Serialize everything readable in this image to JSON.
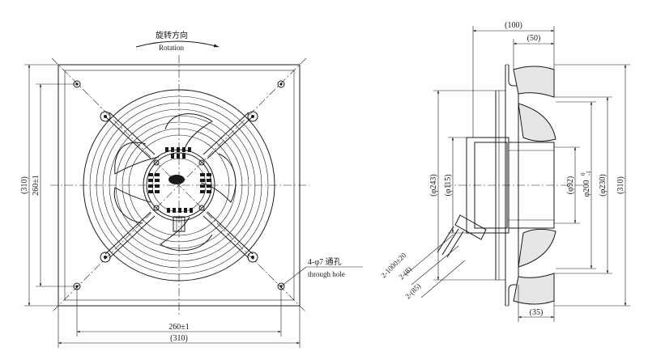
{
  "front_view": {
    "rotation_cn": "旋转方向",
    "rotation_en": "Rotation",
    "width_inner": "260±1",
    "width_outer": "(310)",
    "height_inner": "260±1",
    "height_outer": "(310)",
    "hole_note": "4-φ7 通孔",
    "hole_note_en": "through hole"
  },
  "side_view": {
    "depth_total": "(100)",
    "depth_partial": "(50)",
    "dia_243": "(φ243)",
    "dia_115": "(φ115)",
    "dia_92": "(φ92)",
    "dia_200": "φ200",
    "dia_200_tol_upper": "0",
    "dia_200_tol_lower": "-1",
    "dia_230": "(φ230)",
    "height_310": "(310)",
    "depth_35": "(35)",
    "cable_length": "2-1000±20",
    "cable_8": "2-(8)",
    "cable_85": "2-(85)"
  },
  "colors": {
    "line": "#1a1a1a",
    "background": "#ffffff"
  }
}
